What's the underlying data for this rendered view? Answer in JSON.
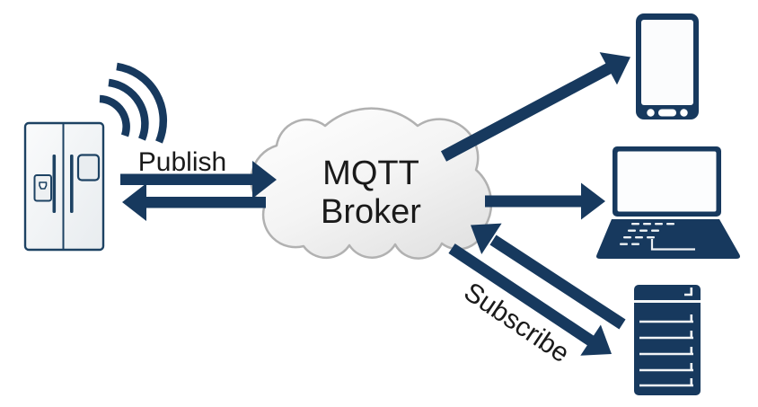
{
  "diagram": {
    "type": "mqtt-publish-subscribe-architecture",
    "broker": {
      "label_line1": "MQTT",
      "label_line2": "Broker"
    },
    "labels": {
      "publish": "Publish",
      "subscribe": "Subscribe"
    },
    "nodes": [
      {
        "id": "smart-fridge",
        "role": "publisher-device"
      },
      {
        "id": "wifi-signal",
        "role": "wireless-indicator"
      },
      {
        "id": "mqtt-broker-cloud",
        "role": "broker"
      },
      {
        "id": "smartphone",
        "role": "subscriber-device"
      },
      {
        "id": "laptop",
        "role": "subscriber-device"
      },
      {
        "id": "server",
        "role": "subscriber-device"
      }
    ],
    "colors": {
      "primary_navy": "#17395e",
      "cloud_stroke": "#b1b1b1",
      "cloud_fill_light": "#ffffff",
      "cloud_fill_dark": "#e3e3e3",
      "device_fill_light": "#f3f5f7",
      "label_text": "#1a1a1a",
      "background": "#ffffff"
    }
  }
}
